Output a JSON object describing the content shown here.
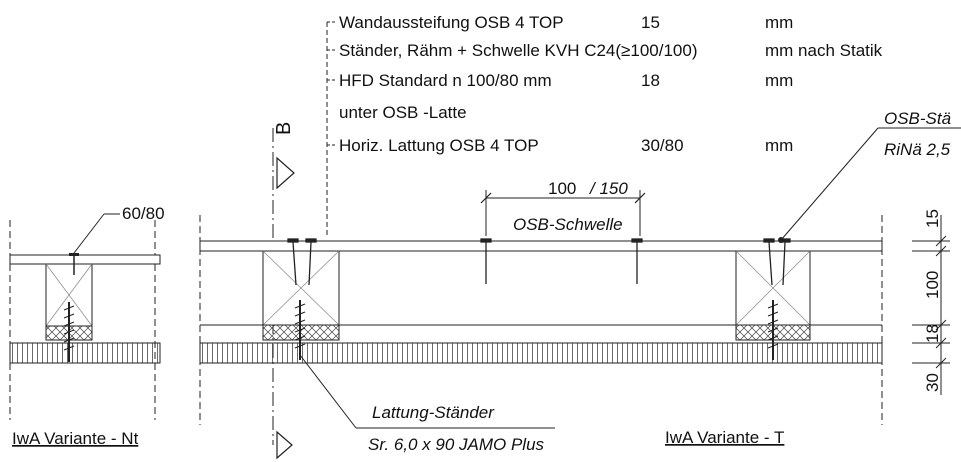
{
  "legend": {
    "rows": [
      {
        "name": "Wandaussteifung OSB 4 TOP",
        "value": "15",
        "unit": "mm"
      },
      {
        "name": "Ständer, Rähm + Schwelle KVH C24(≥100/100)",
        "value": "",
        "unit": "mm nach Statik"
      },
      {
        "name": "HFD Standard n 100/80 mm",
        "value": "18",
        "unit": "mm"
      },
      {
        "name": "unter OSB -Latte",
        "value": "",
        "unit": ""
      },
      {
        "name": "Horiz. Lattung OSB 4 TOP",
        "value": "30/80",
        "unit": "mm"
      }
    ]
  },
  "section_mark": "B",
  "labels": {
    "batten_size": "60/80",
    "spacing_main": "100",
    "spacing_alt": "/ 150",
    "osb_schwelle": "OSB-Schwelle",
    "osb_staender_1": "OSB-Stä",
    "osb_staender_2": "RiNä 2,5",
    "lattung_staender": "Lattung-Ständer",
    "screw": "Sr. 6,0 x 90 JAMO Plus",
    "variant_nt": "IwA  Variante - Nt",
    "variant_t": "IwA  Variante - T"
  },
  "dimensions": [
    "15",
    "100",
    "18",
    "30"
  ]
}
